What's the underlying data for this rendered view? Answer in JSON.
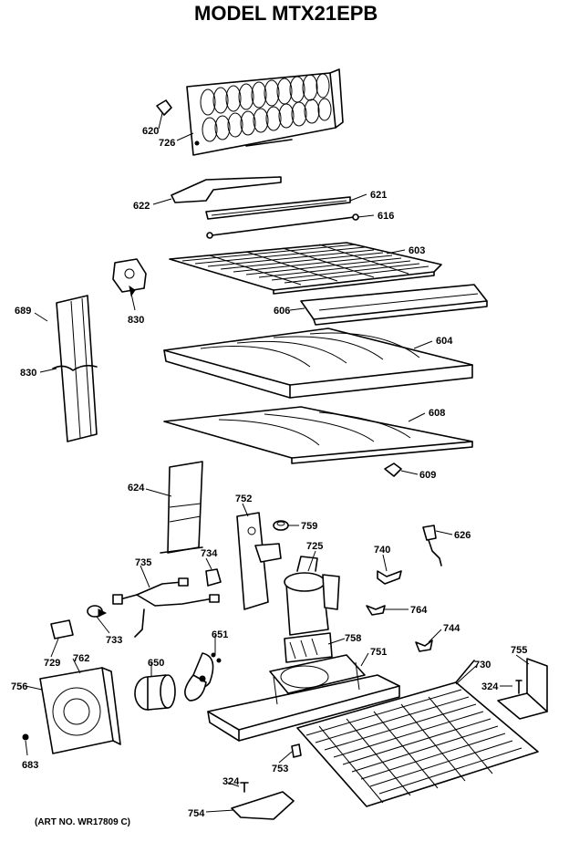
{
  "title": "MODEL MTX21EPB",
  "art_no": "(ART NO. WR17809 C)",
  "parts": {
    "p620": "620",
    "p726": "726",
    "p622": "622",
    "p621": "621",
    "p616": "616",
    "p603": "603",
    "p606": "606",
    "p604": "604",
    "p608": "608",
    "p609": "609",
    "p689": "689",
    "p830a": "830",
    "p830b": "830",
    "p624": "624",
    "p752": "752",
    "p759": "759",
    "p725": "725",
    "p740": "740",
    "p626": "626",
    "p735": "735",
    "p734": "734",
    "p764": "764",
    "p733": "733",
    "p651": "651",
    "p758": "758",
    "p744": "744",
    "p729": "729",
    "p762": "762",
    "p650": "650",
    "p751": "751",
    "p730": "730",
    "p755": "755",
    "p756": "756",
    "p324a": "324",
    "p683": "683",
    "p753": "753",
    "p324b": "324",
    "p754": "754"
  }
}
